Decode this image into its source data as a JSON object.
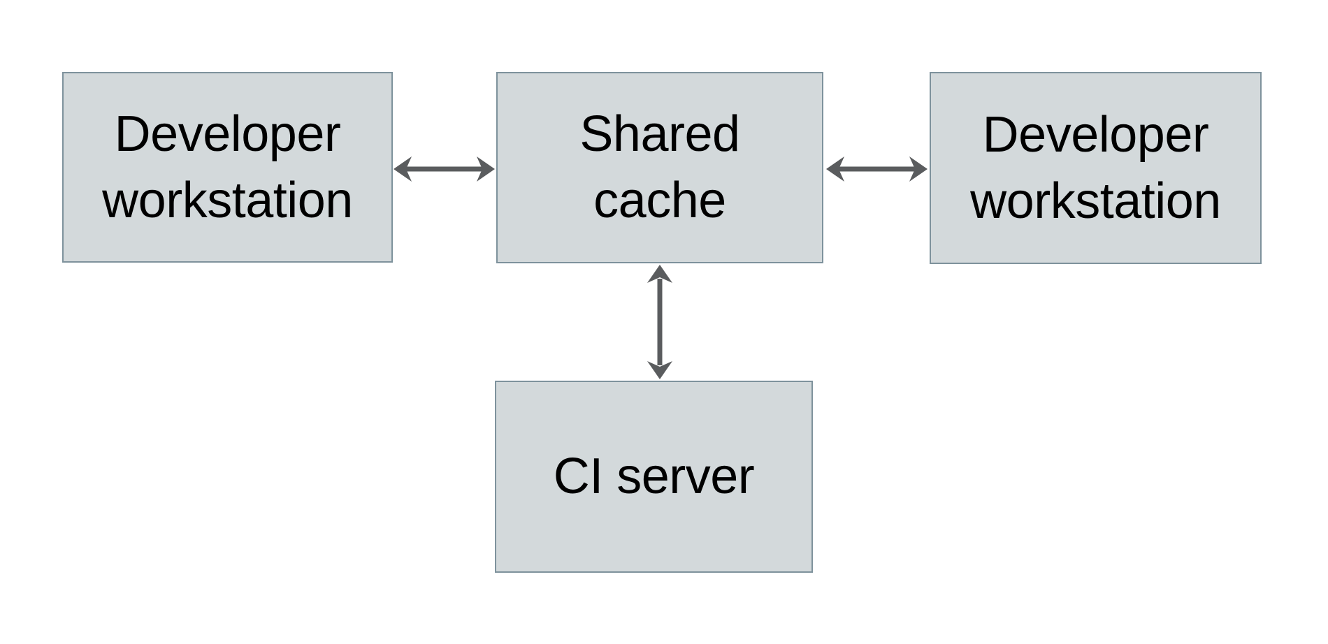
{
  "page": {
    "background": "#ffffff"
  },
  "theme": {
    "box_fill": "#d3d9db",
    "box_border": "#7e929c",
    "arrow_color": "#5a5c5e",
    "text_color": "#000000"
  },
  "diagram": {
    "type": "architecture-diagram",
    "nodes": [
      {
        "id": "developer-workstation-left",
        "label": "Developer workstation",
        "lines": [
          "Developer",
          "workstation"
        ]
      },
      {
        "id": "shared-cache",
        "label": "Shared cache",
        "lines": [
          "Shared",
          "cache"
        ]
      },
      {
        "id": "developer-workstation-right",
        "label": "Developer workstation",
        "lines": [
          "Developer",
          "workstation"
        ]
      },
      {
        "id": "ci-server",
        "label": "CI server",
        "lines": [
          "CI server"
        ]
      }
    ],
    "edges": [
      {
        "from": "developer-workstation-left",
        "to": "shared-cache",
        "direction": "bidirectional"
      },
      {
        "from": "shared-cache",
        "to": "developer-workstation-right",
        "direction": "bidirectional"
      },
      {
        "from": "shared-cache",
        "to": "ci-server",
        "direction": "bidirectional"
      }
    ]
  }
}
